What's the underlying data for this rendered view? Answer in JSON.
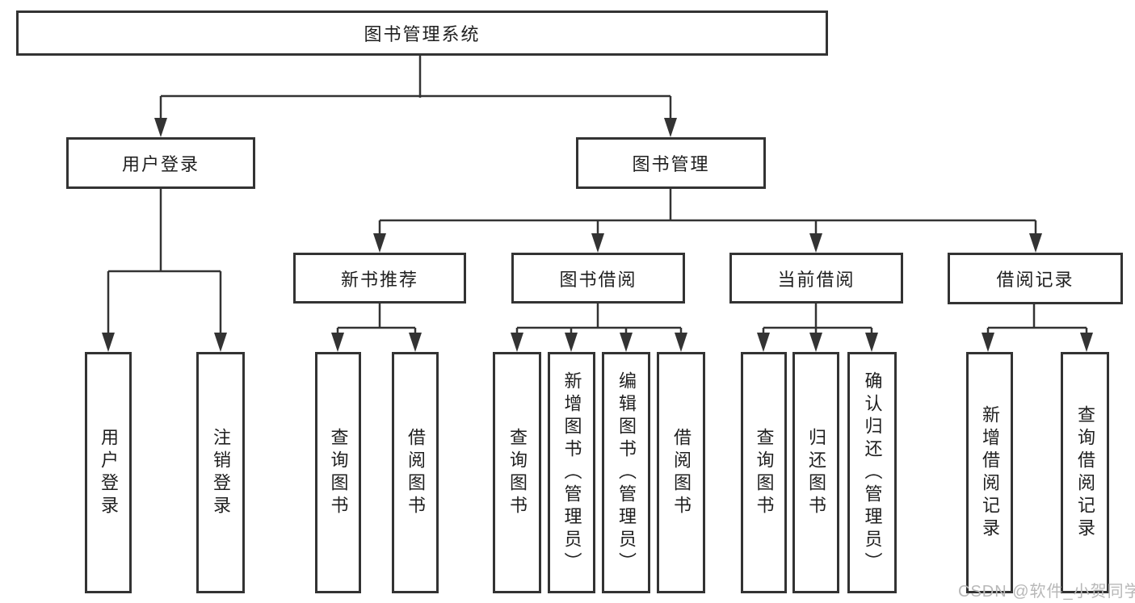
{
  "diagram": {
    "root": {
      "label": "图书管理系统"
    },
    "branches": [
      {
        "label": "用户登录",
        "children": [
          {
            "label": "用户登录"
          },
          {
            "label": "注销登录"
          }
        ]
      },
      {
        "label": "图书管理",
        "children": [
          {
            "label": "新书推荐",
            "children": [
              {
                "label": "查询图书"
              },
              {
                "label": "借阅图书"
              }
            ]
          },
          {
            "label": "图书借阅",
            "children": [
              {
                "label": "查询图书"
              },
              {
                "label": "新增图书（管理员）"
              },
              {
                "label": "编辑图书（管理员）"
              },
              {
                "label": "借阅图书"
              }
            ]
          },
          {
            "label": "当前借阅",
            "children": [
              {
                "label": "查询图书"
              },
              {
                "label": "归还图书"
              },
              {
                "label": "确认归还（管理员）"
              }
            ]
          },
          {
            "label": "借阅记录",
            "children": [
              {
                "label": "新增借阅记录"
              },
              {
                "label": "查询借阅记录"
              }
            ]
          }
        ]
      }
    ]
  },
  "watermark": {
    "text": "CSDN @软件_小贺同学"
  },
  "colors": {
    "line": "#333333",
    "node_border": "#333333",
    "text": "#1f1f1f",
    "watermark": "#b8b8b8",
    "background": "#ffffff"
  }
}
